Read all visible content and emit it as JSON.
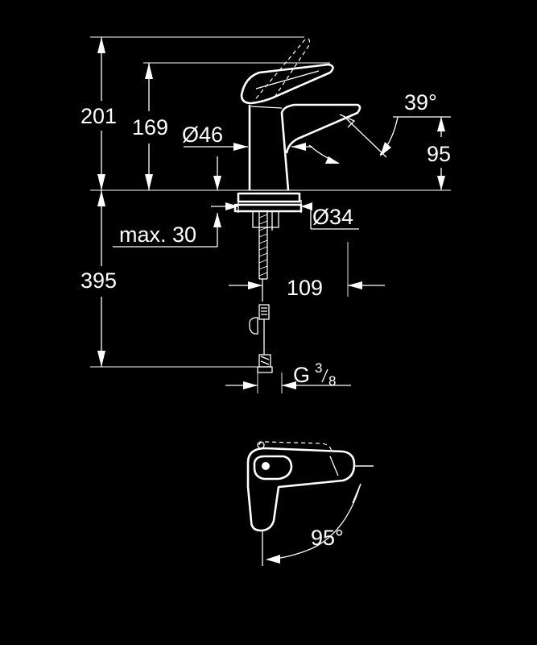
{
  "dimensions": {
    "height_total": "201",
    "height_spout": "169",
    "body_diameter": "Ø46",
    "spout_height": "95",
    "lever_angle": "39°",
    "hole_diameter": "Ø34",
    "max_deck": "max. 30",
    "below_deck": "395",
    "reach": "109",
    "thread_base": "G",
    "thread_num": "3",
    "thread_den": "8",
    "swivel_angle": "95°"
  }
}
